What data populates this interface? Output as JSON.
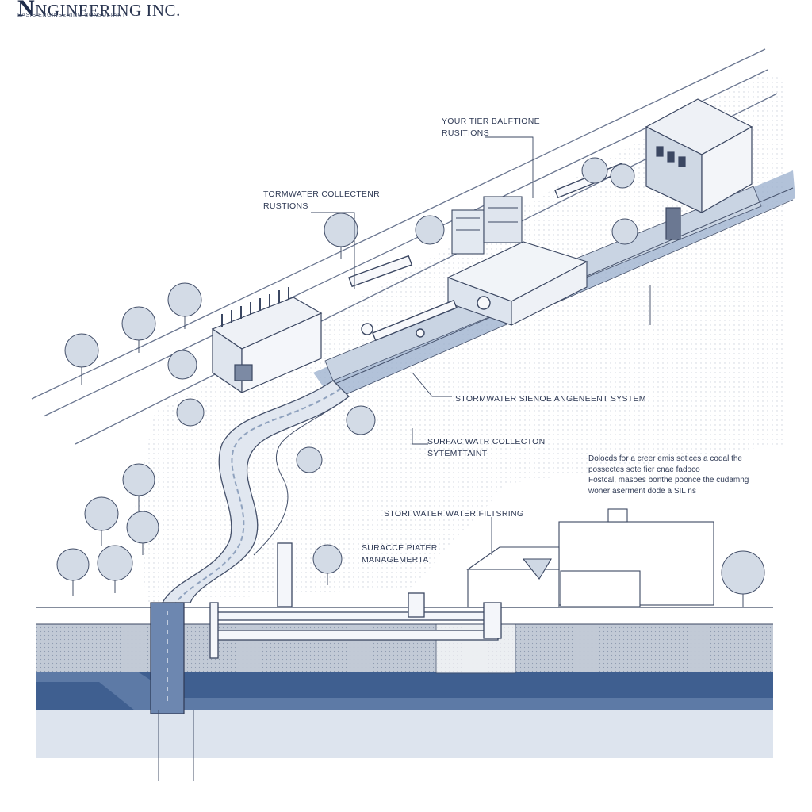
{
  "header": {
    "firm_initial": "N",
    "firm_name": "NGINEERING INC.",
    "firm_tagline": "BASIS ENGINEERING CONSULTANT"
  },
  "labels": {
    "tier_partitions_line1": "YOUR TIER BALFTIONE",
    "tier_partitions_line2": "RUSITIONS",
    "collector_line1": "TORMWATER COLLECTENR",
    "collector_line2": "RUSTIONS",
    "management_system": "STORMWATER SIENOE ANGENEENT SYSTEM",
    "surface_collection_line1": "SURFAC WATR COLLECTON",
    "surface_collection_line2": "SYTEMTTAINT",
    "storm_filtering": "STORI WATER WATER FILTSRING",
    "surface_management_line1": "SURACCE PIATER",
    "surface_management_line2": "MANAGEMERTA"
  },
  "note": {
    "line1": "Dolocds for a creer emis sotices a codal the",
    "line2": "possectes sote fier cnae fadoco",
    "line3": "Fostcal, masoes bonthe poonce the cudamng",
    "line4": "woner aserment dode a SIL ns"
  },
  "colors": {
    "ink": "#2f3a55",
    "line": "#44506a",
    "water": "#3c5d8e",
    "water_light": "#9fb3cf",
    "soil": "#c6ced9",
    "wash": "#dde4ee",
    "tree": "#d3dbe6"
  }
}
